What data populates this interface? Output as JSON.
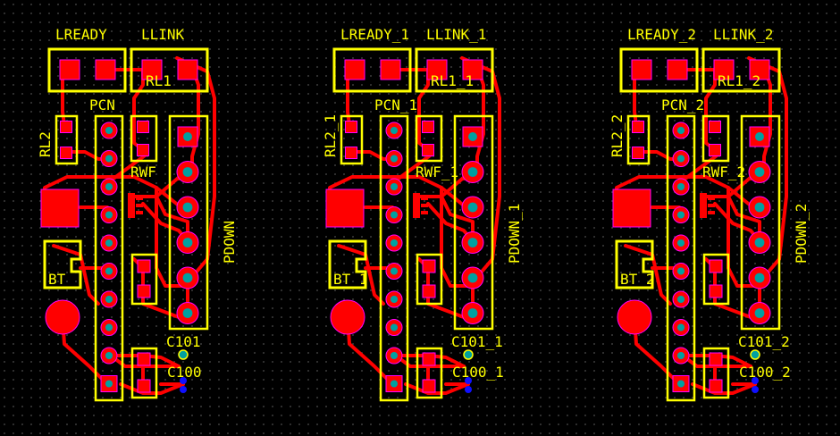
{
  "colors": {
    "background": "#000000",
    "copper_top": "#ff0000",
    "silkscreen": "#ffff00",
    "drill_hole": "#00a0a0",
    "via_bottom": "#1010ff",
    "pad_outline": "#ff00ff"
  },
  "boards": [
    {
      "id": "0",
      "labels": {
        "lready": "LREADY",
        "llink": "LLINK",
        "rl1": "RL1",
        "rl2": "RL2",
        "pcn": "PCN",
        "rwf": "RWF",
        "pdown": "PDOWN",
        "bt": "BT",
        "c101": "C101",
        "c100": "C100"
      }
    },
    {
      "id": "1",
      "labels": {
        "lready": "LREADY_1",
        "llink": "LLINK_1",
        "rl1": "RL1_1",
        "rl2": "RL2_1",
        "pcn": "PCN_1",
        "rwf": "RWF_1",
        "pdown": "PDOWN_1",
        "bt": "BT_1",
        "c101": "C101_1",
        "c100": "C100_1"
      }
    },
    {
      "id": "2",
      "labels": {
        "lready": "LREADY_2",
        "llink": "LLINK_2",
        "rl1": "RL1_2",
        "rl2": "RL2_2",
        "pcn": "PCN_2",
        "rwf": "RWF_2",
        "pdown": "PDOWN_2",
        "bt": "BT_2",
        "c101": "C101_2",
        "c100": "C100_2"
      }
    }
  ]
}
